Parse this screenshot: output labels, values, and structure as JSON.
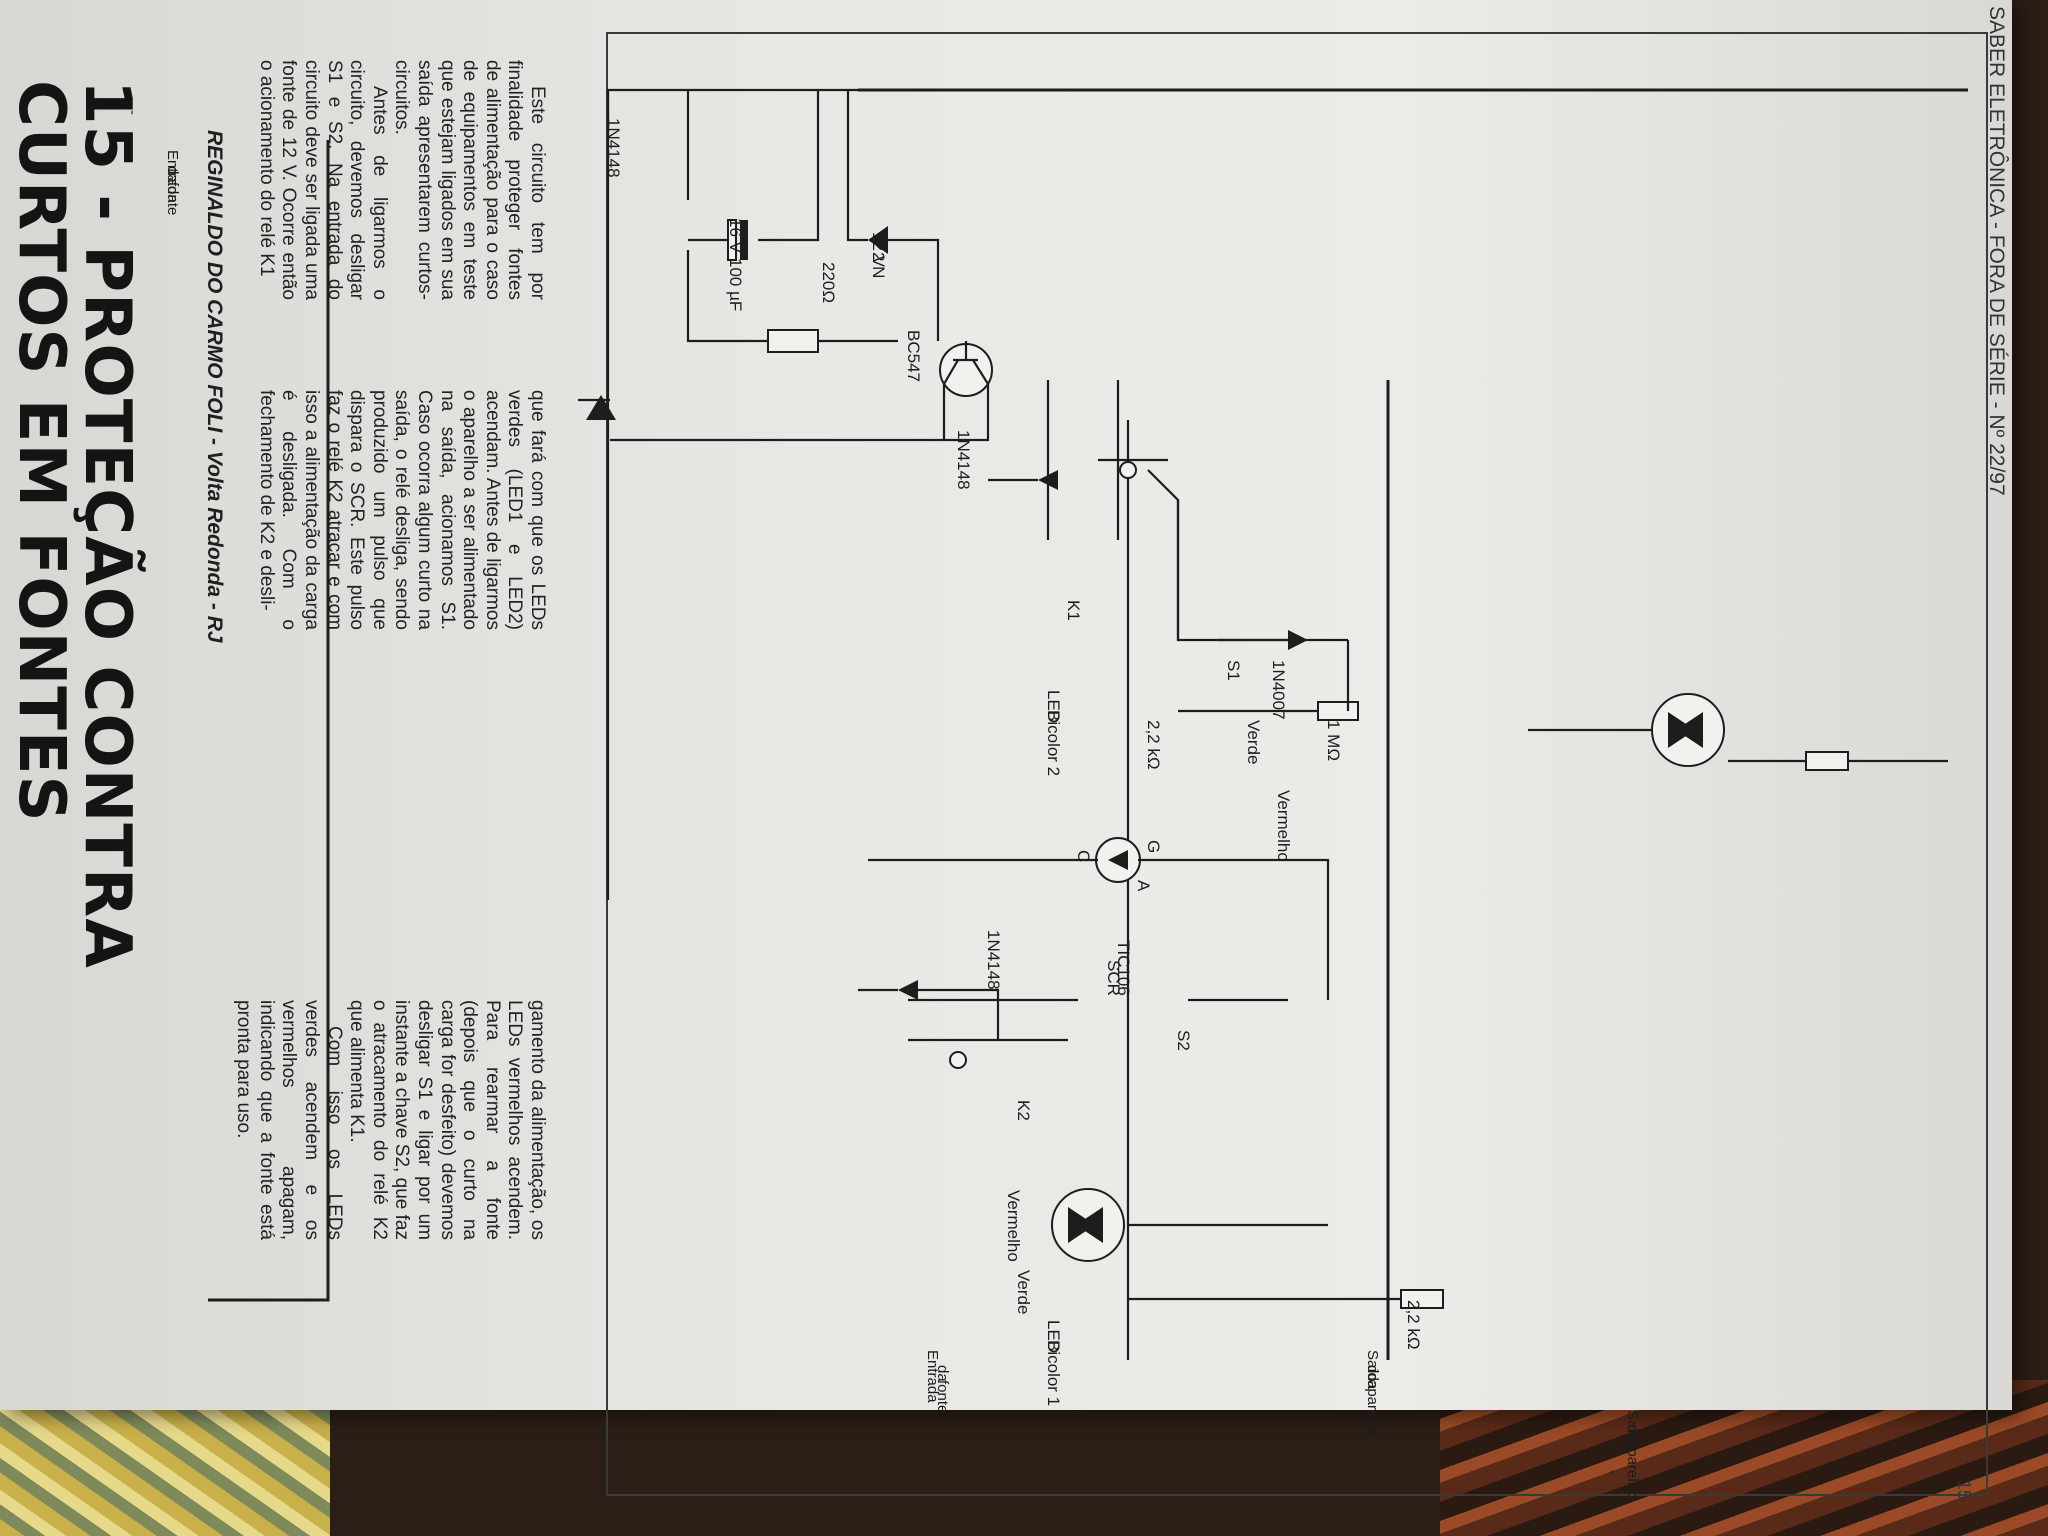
{
  "article": {
    "title_line1": "15 - PROTEÇÃO CONTRA",
    "title_line2": "CURTOS EM FONTES",
    "author": "REGINALDO DO CARMO FOLI - Volta Redonda - RJ",
    "column1": [
      "Este circuito tem por finalidade proteger fontes de alimentação para o caso de equipamentos em teste que estejam ligados em sua saída apresentarem curtos-circuitos.",
      "Antes de ligarmos o circuito, devemos desligar S1 e S2. Na entrada do circuito deve ser ligada uma fonte de 12 V. Ocorre então o acionamento do relé K1"
    ],
    "column2": [
      "que fará com que os LEDs verdes (LED1 e LED2) acendam. Antes de ligarmos o aparelho a ser alimentado na saída, acionamos S1. Caso ocorra algum curto na saída, o relé desliga, sendo produzido um pulso que dispara o SCR. Este pulso faz o relé K2 atracar e com isso a alimentação da carga é desligada. Com o fechamento de K2 e desli-"
    ],
    "column3": [
      "gamento da alimentação, os LEDs vermelhos acendem. Para rearmar a fonte (depois que o curto na carga for desfeito) devemos desligar S1 e ligar por um instante a chave S2, que faz o atracamento do relé K2 que alimenta K1.",
      "Com isso os LEDs verdes acendem e os vermelhos apagam, indicando que a fonte está pronta para uso."
    ],
    "footer": "SABER ELETRÔNICA - FORA DE SÉRIE - Nº 22/97",
    "page_number": "15"
  },
  "schematic": {
    "d1": "1N4148",
    "r220": "220Ω",
    "cap_value": "100 µF",
    "cap_voltage": "16 V",
    "zener_type": "2 N",
    "zener_voltage": "12 V",
    "transistor": "BC547",
    "d2": "1N4148",
    "relay1": "K1",
    "led2_label": "LED",
    "led2_name": "Bicolor 2",
    "verde": "Verde",
    "vermelho": "Vermelho",
    "r2k2_a": "2,2 kΩ",
    "switch1": "S1",
    "d4007": "1N4007",
    "r1m": "1 MΩ",
    "scr_g": "G",
    "scr_c": "C",
    "scr_a": "A",
    "scr_label": "SCR",
    "scr_type": "TIC106",
    "d3": "1N4148",
    "switch2": "S2",
    "relay2": "K2",
    "led1_label": "LED",
    "led1_name": "Bicolor 1",
    "r2k2_b": "2,2 kΩ",
    "entrada_fonte_pos": [
      "Entrada",
      "da",
      "fonte",
      "+"
    ],
    "entrada_fonte_neg": [
      "Entrada",
      "da",
      "fonte",
      "-"
    ],
    "saida_pos": [
      "Saída",
      "do",
      "aparelho",
      "+"
    ],
    "saida_neg": [
      "Saída",
      "do",
      "aparelho",
      "-"
    ]
  }
}
